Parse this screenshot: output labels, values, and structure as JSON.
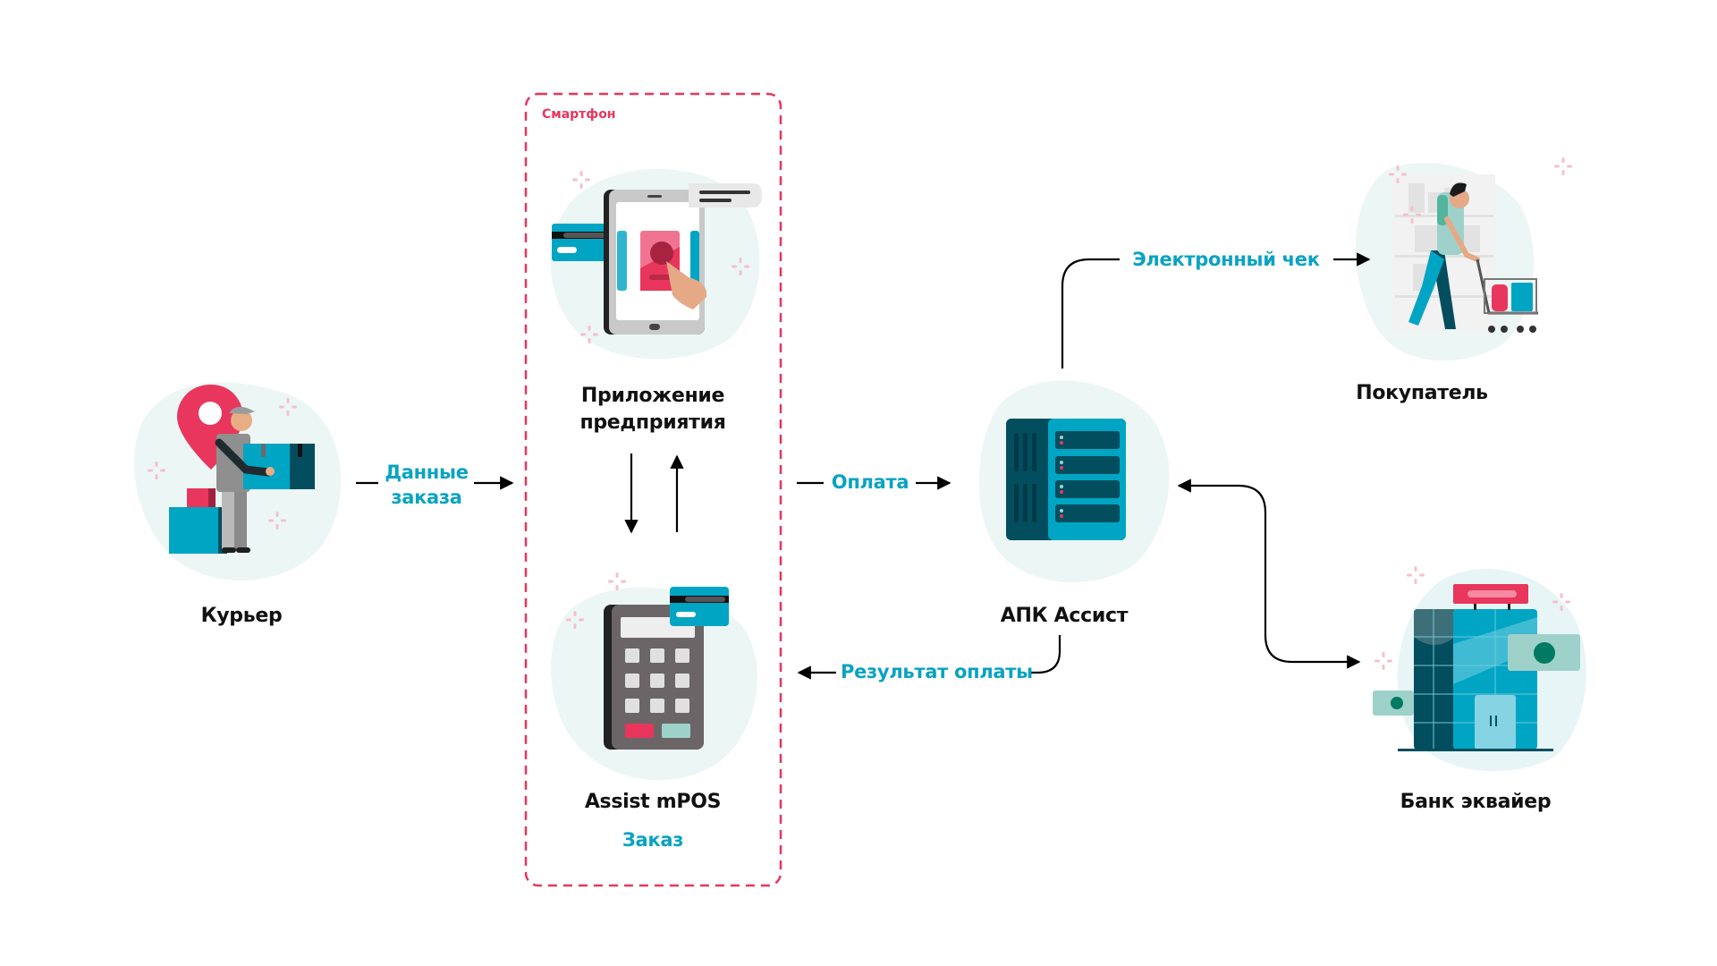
{
  "colors": {
    "accent_pink": "#e8365d",
    "flow_text": "#0aa3c2",
    "label_text": "#111111",
    "blob": "#ecf6f5",
    "teal_dark": "#034e5e",
    "teal": "#00a5c4",
    "sparkle": "#f5c0cb"
  },
  "group": {
    "title": "Смартфон"
  },
  "nodes": {
    "courier": {
      "label": "Курьер",
      "icon": "courier-with-boxes-icon"
    },
    "enterprise_app": {
      "label_line1": "Приложение",
      "label_line2": "предприятия",
      "icon": "tablet-app-icon"
    },
    "mpos": {
      "label": "Assist mPOS",
      "sublabel": "Заказ",
      "icon": "pos-terminal-icon"
    },
    "apk": {
      "label": "АПК Ассист",
      "icon": "server-icon"
    },
    "buyer": {
      "label": "Покупатель",
      "icon": "shopper-cart-icon"
    },
    "bank": {
      "label": "Банк эквайер",
      "icon": "bank-building-icon"
    }
  },
  "flows": {
    "order_data_line1": "Данные",
    "order_data_line2": "заказа",
    "payment": "Оплата",
    "payment_result": "Результат оплаты",
    "receipt": "Электронный чек"
  }
}
